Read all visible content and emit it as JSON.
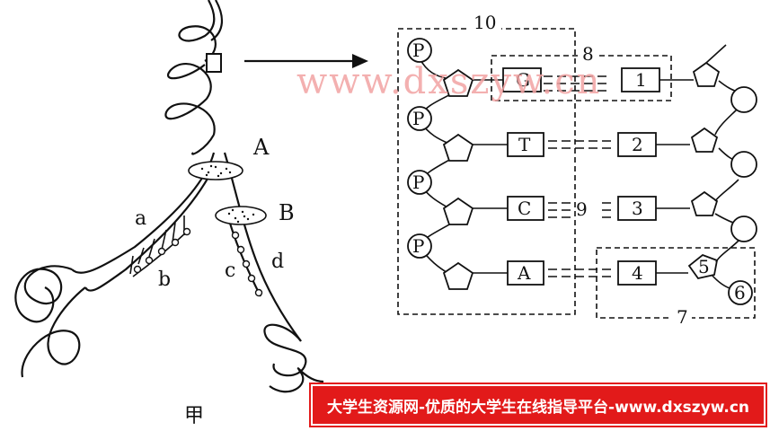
{
  "left_figure": {
    "caption": "甲",
    "label_A": "A",
    "label_B": "B",
    "label_a": "a",
    "label_b": "b",
    "label_c": "c",
    "label_d": "d"
  },
  "right_figure": {
    "phosphate_label": "P",
    "left_bases": [
      "G",
      "T",
      "C",
      "A"
    ],
    "right_bases": [
      "1",
      "2",
      "3",
      "4"
    ],
    "label_5": "5",
    "label_6": "6",
    "label_7": "7",
    "label_8": "8",
    "label_9": "9",
    "label_10": "10"
  },
  "watermark": "www.dxszyw.cn",
  "banner": "大学生资源网-优质的大学生在线指导平台-www.dxszyw.cn"
}
